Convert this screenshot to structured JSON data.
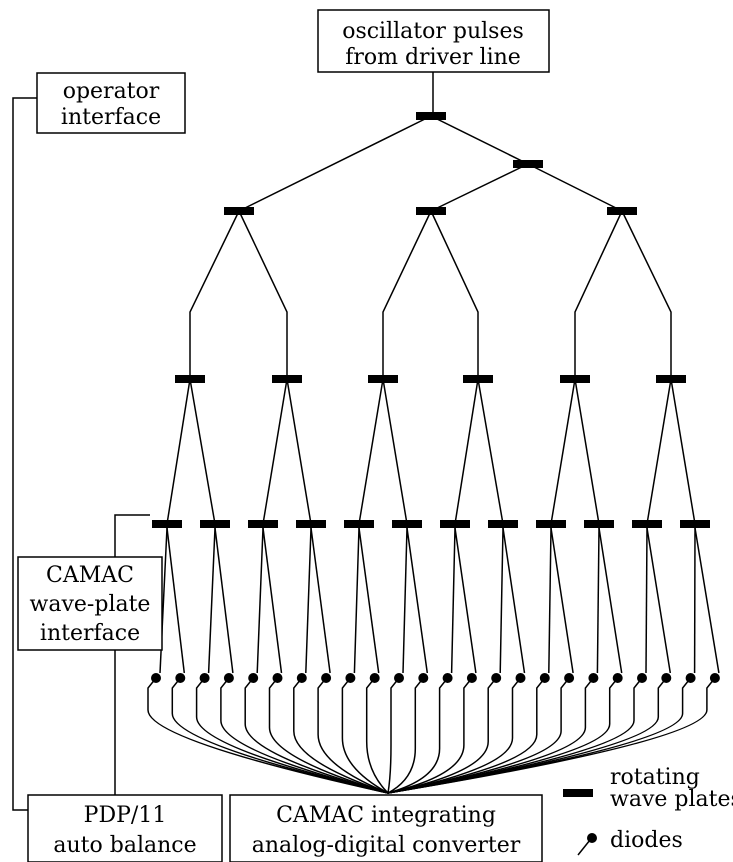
{
  "boxes": {
    "oscillator": [
      "oscillator pulses",
      "from driver line"
    ],
    "operator": [
      "operator",
      "interface"
    ],
    "camac_wave": [
      "CAMAC",
      "wave-plate",
      "interface"
    ],
    "pdp": [
      "PDP/11",
      "auto balance"
    ],
    "camac_adc": [
      "CAMAC integrating",
      "analog-digital converter"
    ]
  },
  "legend": {
    "rotating_wave_plates": [
      "rotating",
      "wave plates"
    ],
    "diodes": "diodes"
  },
  "tree": {
    "levels": 5,
    "final_plates": 12,
    "diode_count": 24
  },
  "colors": {
    "ink": "#000000",
    "background": "#ffffff"
  }
}
